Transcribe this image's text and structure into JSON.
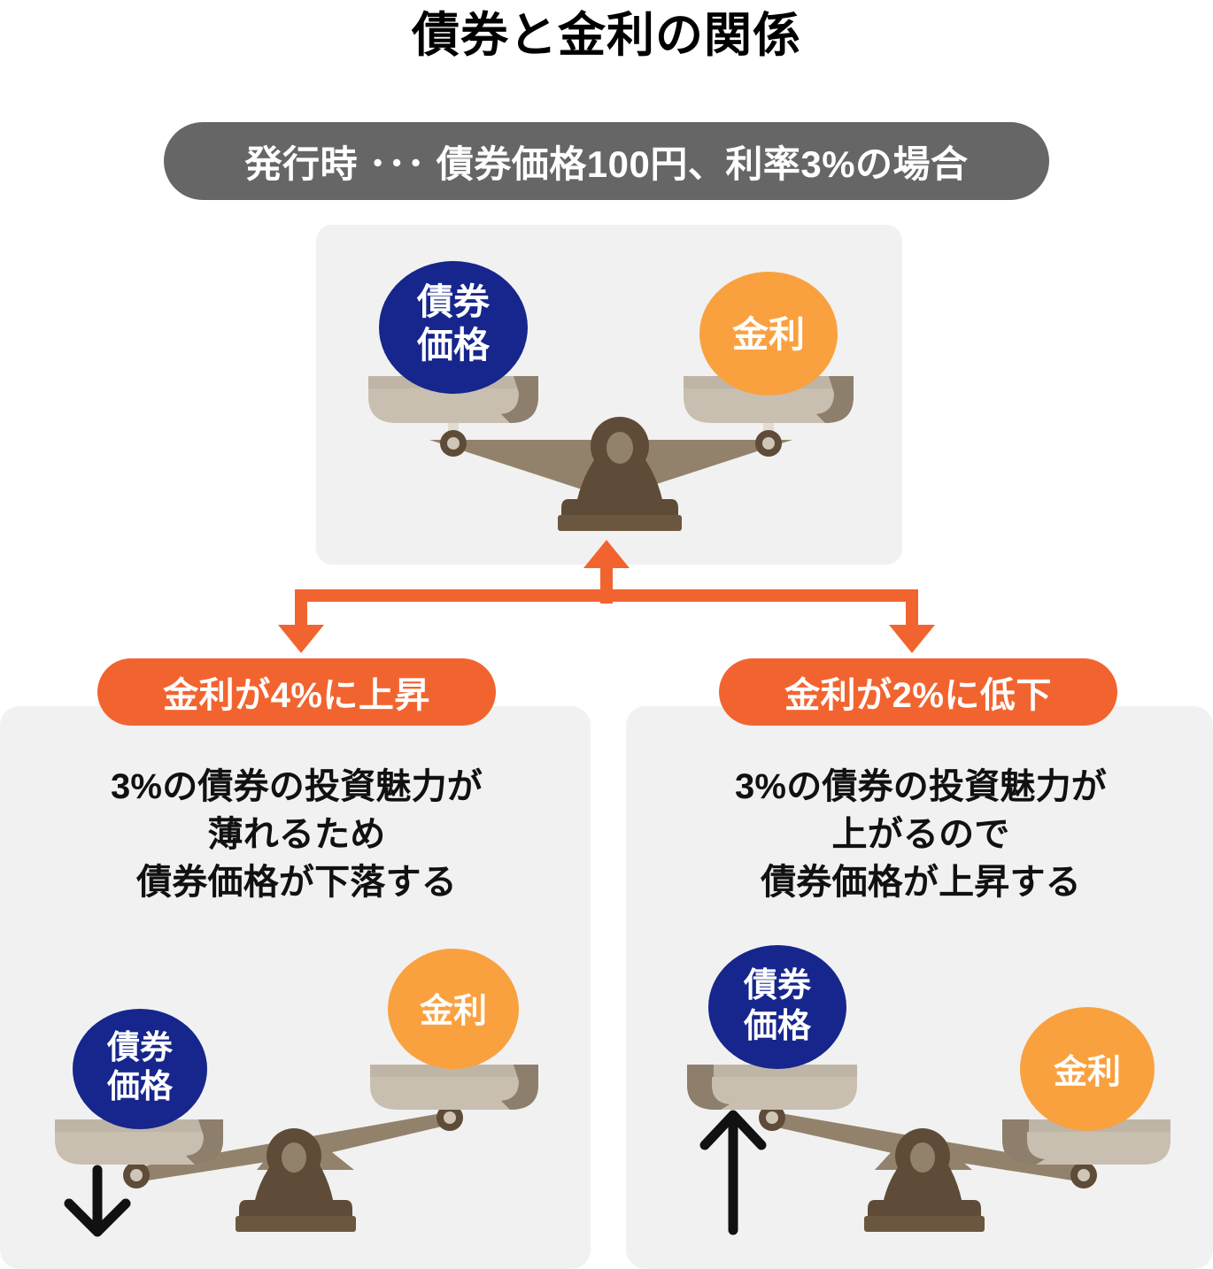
{
  "title": "債券と金利の関係",
  "header": {
    "text": "発行時 ･･･ 債券価格100円、利率3%の場合",
    "bg_color": "#666666"
  },
  "colors": {
    "bond_blue": "#16268c",
    "rate_orange": "#f9a13f",
    "accent_orange": "#f2642f",
    "card_gray": "#f1f1f1",
    "pan_light": "#c9bfb0",
    "pan_rim": "#bfb5a7",
    "pan_dark": "#8d7f6c",
    "beam": "#93826b",
    "base_dark": "#5e4c38",
    "arrow_black": "#111111"
  },
  "scales": {
    "top": {
      "state": "balanced",
      "bond_label": "債券\n価格",
      "bond_label_lines": [
        "債券",
        "価格"
      ],
      "rate_label": "金利",
      "direction_arrow": "none"
    },
    "left": {
      "state": "bond-side-down",
      "bond_label_lines": [
        "債券",
        "価格"
      ],
      "rate_label": "金利",
      "direction_arrow": "down"
    },
    "right": {
      "state": "bond-side-up",
      "bond_label_lines": [
        "債券",
        "価格"
      ],
      "rate_label": "金利",
      "direction_arrow": "up"
    }
  },
  "branches": [
    {
      "id": "rate-up",
      "badge": "金利が4%に上昇",
      "body_lines": [
        "3%の債券の投資魅力が",
        "薄れるため",
        "債券価格が下落する"
      ]
    },
    {
      "id": "rate-down",
      "badge": "金利が2%に低下",
      "body_lines": [
        "3%の債券の投資魅力が",
        "上がるので",
        "債券価格が上昇する"
      ]
    }
  ]
}
